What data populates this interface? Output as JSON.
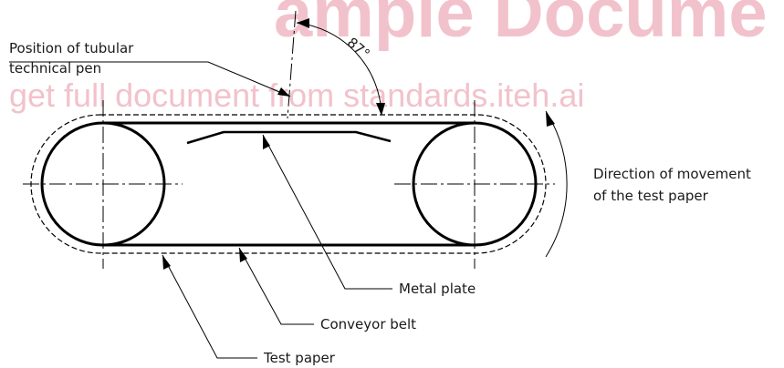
{
  "watermark": {
    "line1": "ample Docume",
    "line2": "get full document from standards.iteh.ai"
  },
  "angle_label": "87°",
  "labels": {
    "pen": [
      "Position of tubular",
      "technical pen"
    ],
    "direction": [
      "Direction of movement",
      "of the test paper"
    ],
    "metal_plate": "Metal plate",
    "conveyor_belt": "Conveyor belt",
    "test_paper": "Test paper"
  },
  "colors": {
    "watermark": "#f2c2cc",
    "line": "#000000"
  }
}
